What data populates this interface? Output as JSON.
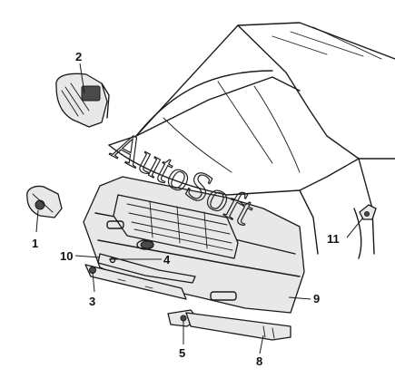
{
  "watermark": "AutoSoft",
  "callouts": [
    {
      "id": "1",
      "label": "1"
    },
    {
      "id": "2",
      "label": "2"
    },
    {
      "id": "3",
      "label": "3"
    },
    {
      "id": "4",
      "label": "4"
    },
    {
      "id": "5",
      "label": "5"
    },
    {
      "id": "8",
      "label": "8"
    },
    {
      "id": "9",
      "label": "9"
    },
    {
      "id": "10",
      "label": "10"
    },
    {
      "id": "11",
      "label": "11"
    }
  ]
}
